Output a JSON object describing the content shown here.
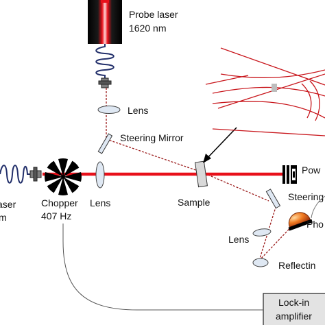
{
  "labels": {
    "probe_laser_name": "Probe laser",
    "probe_laser_wavelength": "1620 nm",
    "lens_top": "Lens",
    "steering_mirror_top": "Steering Mirror",
    "pump_laser_name_partial": "aser",
    "pump_laser_wavelength_partial": "m",
    "chopper_name": "Chopper",
    "chopper_freq": "407 Hz",
    "lens_pump": "Lens",
    "sample": "Sample",
    "power_meter_partial": "Pow",
    "steering_mirror_right_partial": "Steering",
    "photodetector_partial": "Pho",
    "lens_lower": "Lens",
    "reflecting_mirror_partial": "Reflectin",
    "lockin_line1": "Lock-in",
    "lockin_line2": "amplifier"
  },
  "colors": {
    "beam_red": "#e8101a",
    "probe_dash": "#9b1b1b",
    "spring_blue": "#23306b",
    "optic_fill": "#dfe8f3",
    "inset_red": "#c8151b",
    "detector_orange": "#e85a1c"
  }
}
